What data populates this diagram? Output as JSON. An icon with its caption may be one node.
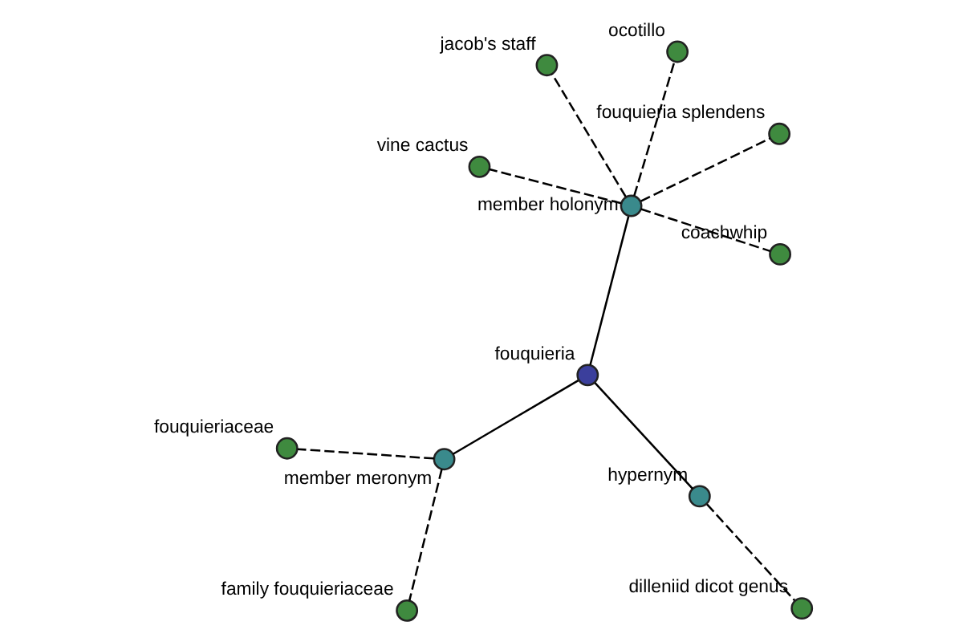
{
  "diagram": {
    "nodes": [
      {
        "text": [
          "fouquieria"
        ]
      },
      {
        "text": [
          "hypernym"
        ]
      },
      {
        "text": [
          "dilleniid dicot genus"
        ]
      },
      {
        "text": [
          "member holonym"
        ]
      },
      {
        "text": [
          "ocotillo"
        ]
      },
      {
        "text": [
          "jacob's staff"
        ]
      },
      {
        "text": [
          "vine cactus"
        ]
      },
      {
        "text": [
          "fouquieria splendens"
        ]
      },
      {
        "text": [
          "coachwhip"
        ]
      },
      {
        "text": [
          "member meronym"
        ]
      },
      {
        "text": [
          "family fouquieriaceae"
        ]
      },
      {
        "text": [
          "fouquieriaceae"
        ]
      }
    ],
    "edges": [
      {
        "from": 0,
        "to": 1,
        "arrow": "none"
      },
      {
        "from": 1,
        "to": 2,
        "arrow": "none",
        "style": "dashed"
      },
      {
        "from": 0,
        "to": 3,
        "arrow": "none"
      },
      {
        "from": 3,
        "to": 4,
        "arrow": "none",
        "style": "dashed"
      },
      {
        "from": 3,
        "to": 5,
        "arrow": "none",
        "style": "dashed"
      },
      {
        "from": 3,
        "to": 6,
        "arrow": "none",
        "style": "dashed"
      },
      {
        "from": 3,
        "to": 7,
        "arrow": "none",
        "style": "dashed"
      },
      {
        "from": 3,
        "to": 8,
        "arrow": "none",
        "style": "dashed"
      },
      {
        "from": 0,
        "to": 9,
        "arrow": "none"
      },
      {
        "from": 9,
        "to": 10,
        "arrow": "none",
        "style": "dashed"
      },
      {
        "from": 9,
        "to": 11,
        "arrow": "none",
        "style": "dashed"
      }
    ]
  }
}
